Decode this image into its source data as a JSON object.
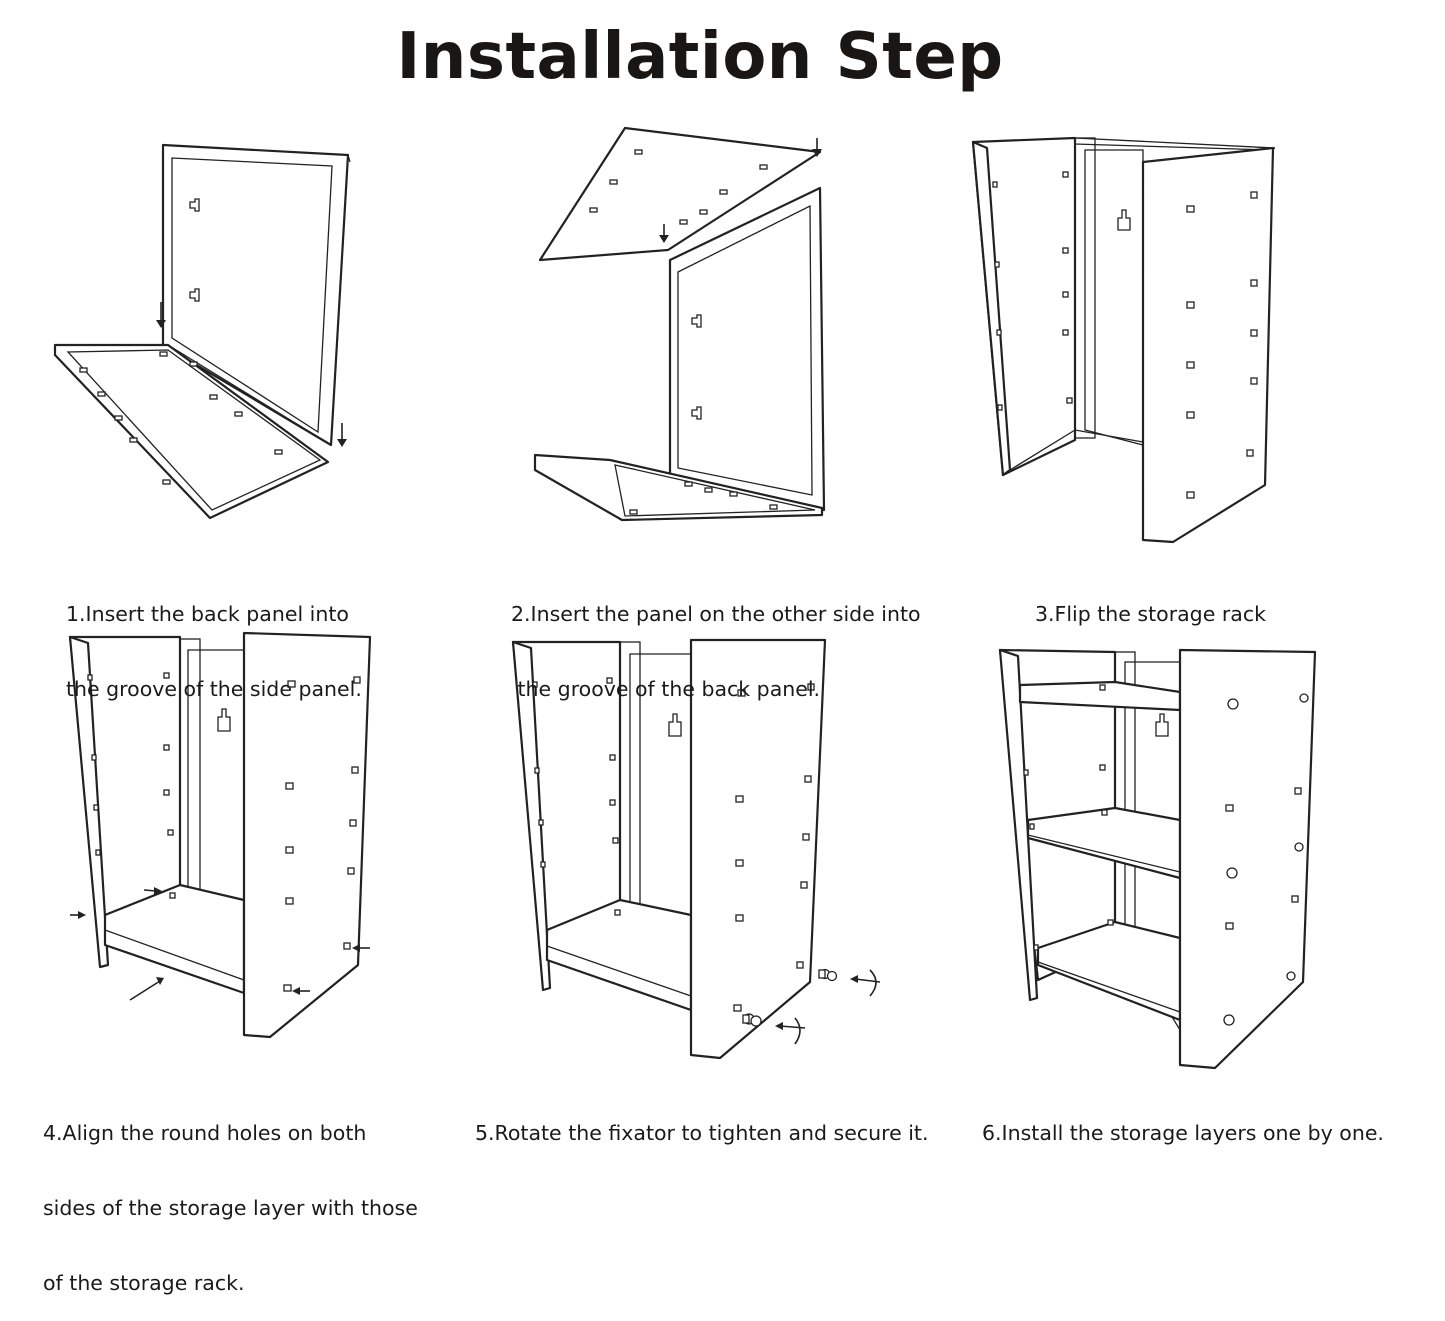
{
  "title": "Installation Step",
  "steps": [
    {
      "line1": "1.Insert the back panel into",
      "line2": "the groove of the side panel.",
      "line3": ""
    },
    {
      "line1": "2.Insert the panel on the other side into",
      "line2": " the groove of the back panel.",
      "line3": ""
    },
    {
      "line1": "3.Flip the storage rack",
      "line2": "",
      "line3": ""
    },
    {
      "line1": "4.Align the round holes on both",
      "line2": "sides of the storage layer with those",
      "line3": "of the storage rack."
    },
    {
      "line1": "5.Rotate the fixator to tighten and secure it.",
      "line2": "",
      "line3": ""
    },
    {
      "line1": "6.Install the storage layers one by one.",
      "line2": "",
      "line3": ""
    }
  ]
}
